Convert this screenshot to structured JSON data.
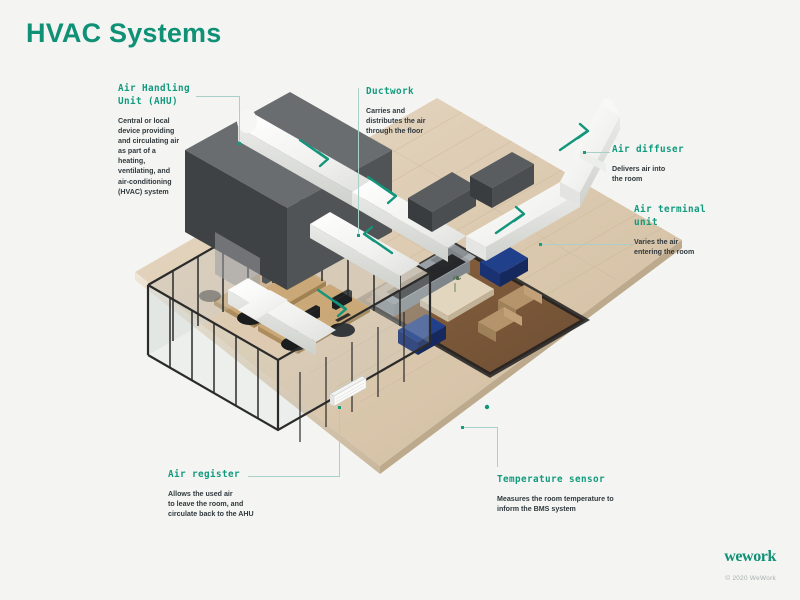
{
  "page": {
    "title": "HVAC Systems",
    "background_color": "#f4f5f3",
    "accent_color": "#109176",
    "leader_line_color": "#a9cfc9"
  },
  "callouts": [
    {
      "id": "air-handling-unit",
      "heading": "Air Handling\nUnit (AHU)",
      "body": "Central or local\ndevice providing\nand circulating air\nas part of a\nheating,\nventilating, and\nair-conditioning\n(HVAC) system"
    },
    {
      "id": "ductwork",
      "heading": "Ductwork",
      "body": "Carries and\ndistributes the air\nthrough the floor"
    },
    {
      "id": "air-diffuser",
      "heading": "Air diffuser",
      "body": "Delivers air into\nthe room"
    },
    {
      "id": "air-terminal-unit",
      "heading": "Air terminal\nunit",
      "body": "Varies the air\nentering the room"
    },
    {
      "id": "air-register",
      "heading": "Air register",
      "body": "Allows the used air\nto leave the room, and\ncirculate back to the AHU"
    },
    {
      "id": "temperature-sensor",
      "heading": "Temperature sensor",
      "body": "Measures the room temperature to\ninform the BMS system"
    }
  ],
  "scene": {
    "description": "Isometric cutaway render of an office floor with HVAC ductwork",
    "airflow_arrows": 5,
    "elements": [
      "air-handling-unit",
      "supply-ductwork",
      "air-diffuser",
      "air-terminal-unit",
      "glass-walled-office",
      "lounge-area",
      "wood-floor"
    ]
  },
  "footer": {
    "brand": "wework",
    "copyright": "© 2020 WeWork"
  }
}
